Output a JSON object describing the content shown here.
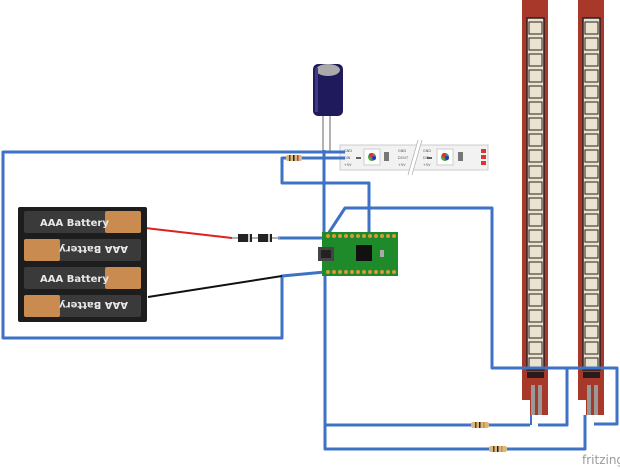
{
  "battery_pack": {
    "cells": [
      "AAA Battery",
      "AAA Battery",
      "AAA Battery",
      "AAA Battery"
    ]
  },
  "led_strip": {
    "left_labels": [
      "GND",
      "DIN",
      "+5V"
    ],
    "right_labels": [
      "GND",
      "DOUT",
      "+5V"
    ]
  },
  "logo": "fritzing",
  "colors": {
    "wire": "#3d72c4",
    "positive_wire": "#e0201c",
    "negative_wire": "#111111",
    "board": "#1f8a2a",
    "flex_sensor": "#a8382a",
    "capacitor": "#1f1a5c"
  },
  "components": [
    "battery-pack",
    "diode",
    "capacitor",
    "resistor",
    "led-strip",
    "microcontroller",
    "flex-sensor",
    "flex-sensor",
    "resistor",
    "resistor"
  ]
}
